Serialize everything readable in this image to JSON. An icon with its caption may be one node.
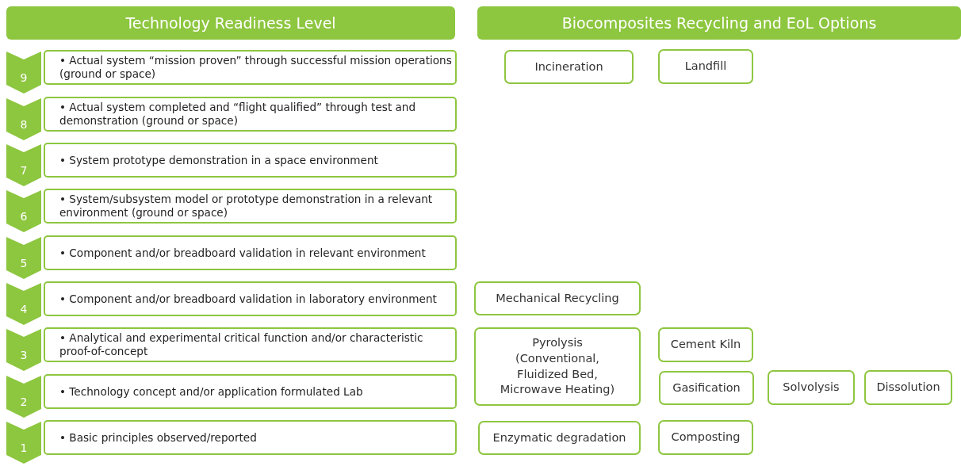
{
  "diagram": {
    "nodes": [
      {
        "text": [
          "Technology Readiness Level"
        ]
      },
      {
        "text": [
          "Biocomposites Recycling and EoL Options"
        ]
      },
      {
        "text": [
          "9"
        ]
      },
      {
        "text": [
          "• Actual system “mission proven” through successful mission operations (ground or space)"
        ]
      },
      {
        "text": [
          "8"
        ]
      },
      {
        "text": [
          "• Actual system completed and “flight qualified” through test and demonstration (ground or space)"
        ]
      },
      {
        "text": [
          "7"
        ]
      },
      {
        "text": [
          "• System prototype demonstration in a space environment"
        ]
      },
      {
        "text": [
          "6"
        ]
      },
      {
        "text": [
          "• System/subsystem model or prototype demonstration in a relevant environment (ground or space)"
        ]
      },
      {
        "text": [
          "5"
        ]
      },
      {
        "text": [
          "• Component and/or breadboard validation in relevant environment"
        ]
      },
      {
        "text": [
          "4"
        ]
      },
      {
        "text": [
          "• Component and/or breadboard validation in laboratory environment"
        ]
      },
      {
        "text": [
          "3"
        ]
      },
      {
        "text": [
          "• Analytical and experimental critical function and/or characteristic proof-of-concept"
        ]
      },
      {
        "text": [
          "2"
        ]
      },
      {
        "text": [
          "• Technology concept and/or application formulated Lab"
        ]
      },
      {
        "text": [
          "1"
        ]
      },
      {
        "text": [
          "• Basic principles observed/reported"
        ]
      },
      {
        "text": [
          "Incineration"
        ]
      },
      {
        "text": [
          "Landfill"
        ]
      },
      {
        "text": [
          "Mechanical Recycling"
        ]
      },
      {
        "text": [
          "Pyrolysis (Conventional, Fluidized Bed, Microwave Heating)"
        ]
      },
      {
        "text": [
          "Cement Kiln"
        ]
      },
      {
        "text": [
          "Gasification"
        ]
      },
      {
        "text": [
          "Solvolysis"
        ]
      },
      {
        "text": [
          "Dissolution"
        ]
      },
      {
        "text": [
          "Enzymatic degradation"
        ]
      },
      {
        "text": [
          "Composting"
        ]
      }
    ]
  }
}
